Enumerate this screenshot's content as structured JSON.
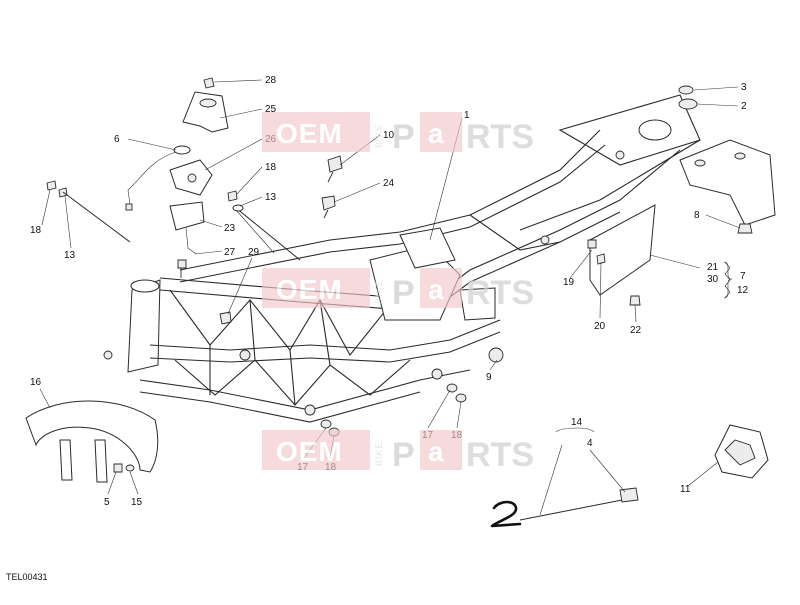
{
  "diagram": {
    "reference_code": "TEL00431",
    "callouts": {
      "c28": "28",
      "c25": "25",
      "c6": "6",
      "c26": "26",
      "c18a": "18",
      "c13a": "13",
      "c18b": "18",
      "c13b": "13",
      "c23": "23",
      "c27": "27",
      "c29": "29",
      "c1": "1",
      "c10": "10",
      "c24": "24",
      "c3": "3",
      "c2": "2",
      "c8": "8",
      "c21": "21",
      "c30": "30",
      "c7": "7",
      "c12": "12",
      "c19": "19",
      "c20": "20",
      "c22": "22",
      "c9": "9",
      "c16": "16",
      "c5": "5",
      "c15": "15",
      "c17a": "17",
      "c18c": "18",
      "c17b": "17",
      "c18d": "18",
      "c14": "14",
      "c4": "4",
      "c11": "11"
    },
    "handwritten_mark": "2"
  },
  "watermark": {
    "oem": "OEM",
    "bike": "BIKE",
    "p": "P",
    "a": "a",
    "rts": "RTS"
  }
}
